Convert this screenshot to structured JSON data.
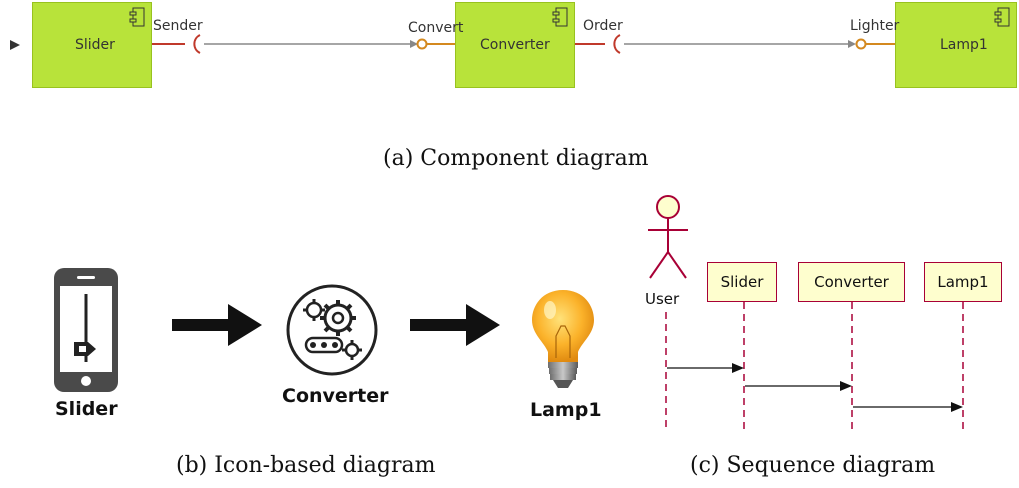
{
  "component_diagram": {
    "components": [
      "Slider",
      "Converter",
      "Lamp1"
    ],
    "ports": [
      "Sender",
      "Convert",
      "Order",
      "Lighter"
    ],
    "caption": "(a) Component diagram"
  },
  "icon_diagram": {
    "nodes": [
      "Slider",
      "Converter",
      "Lamp1"
    ],
    "icons": [
      "phone-slider-icon",
      "gears-icon",
      "lightbulb-icon"
    ],
    "caption": "(b) Icon-based diagram"
  },
  "sequence_diagram": {
    "actor": "User",
    "participants": [
      "Slider",
      "Converter",
      "Lamp1"
    ],
    "caption": "(c) Sequence diagram"
  },
  "colors": {
    "component_fill": "#b8e33a",
    "required_port": "#c0392b",
    "provided_port": "#d4891f",
    "sequence_box": "#fefece",
    "sequence_border": "#a80036"
  }
}
